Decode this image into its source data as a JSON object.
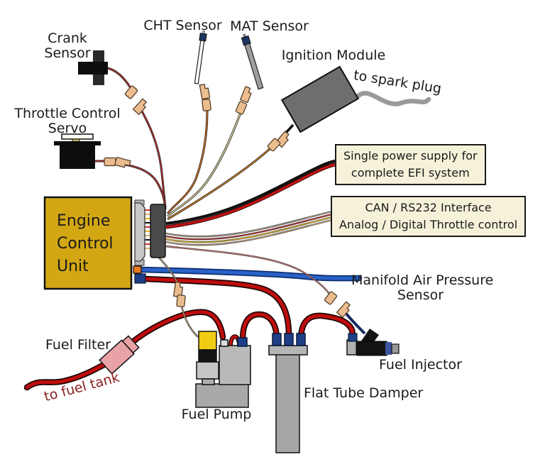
{
  "labels": {
    "crank_sensor": {
      "line1": "Crank",
      "line2": "Sensor"
    },
    "cht_sensor": "CHT Sensor",
    "mat_sensor": "MAT Sensor",
    "ignition_module": "Ignition Module",
    "to_spark_plug": "to spark plug",
    "throttle_servo": {
      "line1": "Throttle Control",
      "line2": "Servo"
    },
    "ecu": {
      "line1": "Engine",
      "line2": "Control",
      "line3": "Unit"
    },
    "power_supply_note": {
      "line1": "Single power supply for",
      "line2": "complete EFI system"
    },
    "interface_note": {
      "line1": "CAN / RS232 Interface",
      "line2": "Analog / Digital Throttle control"
    },
    "map_sensor": {
      "line1": "Manifold Air Pressure",
      "line2": "Sensor"
    },
    "fuel_filter": "Fuel Filter",
    "to_fuel_tank": "to fuel tank",
    "fuel_pump": "Fuel Pump",
    "flat_tube_damper": "Flat Tube Damper",
    "fuel_injector": "Fuel Injector"
  },
  "colors": {
    "ecu_fill": "#d2a713",
    "note_box_fill": "#f6f2da",
    "fuel_line_red": "#c00d0d",
    "map_tube_blue": "#2a62c9",
    "connector_tan": "#eabc8e",
    "filter_pink": "#e9a3a6",
    "pump_yellow": "#f0cd12",
    "fitting_navy": "#1e3f87",
    "module_gray": "#6e6e6e",
    "tank_label_red": "#8b2020",
    "label_text": "#1a1a1a"
  }
}
